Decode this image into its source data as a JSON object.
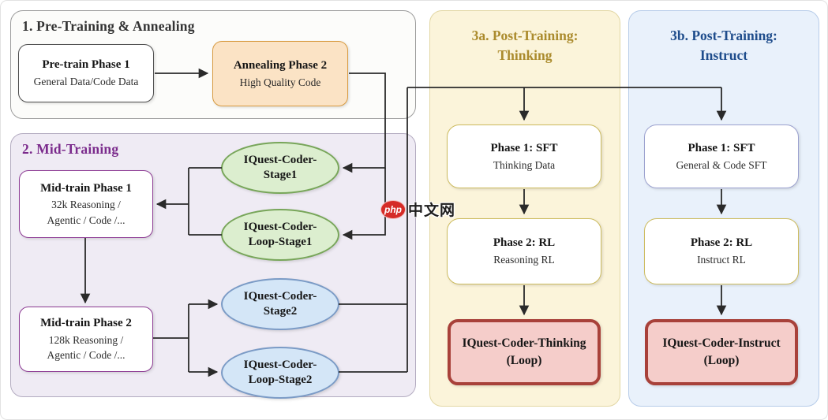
{
  "sections": {
    "pretrain": {
      "title": "1. Pre-Training & Annealing",
      "pretrain_phase1": {
        "title": "Pre-train Phase 1",
        "subtitle": "General Data/Code Data"
      },
      "annealing_phase2": {
        "title": "Annealing Phase 2",
        "subtitle": "High Quality Code"
      }
    },
    "midtrain": {
      "title": "2. Mid-Training",
      "midtrain_phase1": {
        "title": "Mid-train Phase 1",
        "line1": "32k Reasoning /",
        "line2": "Agentic / Code /..."
      },
      "midtrain_phase2": {
        "title": "Mid-train Phase 2",
        "line1": "128k Reasoning /",
        "line2": "Agentic / Code /..."
      },
      "stage1": {
        "line1": "IQuest-Coder-",
        "line2": "Stage1"
      },
      "loop_stage1": {
        "line1": "IQuest-Coder-",
        "line2": "Loop-Stage1"
      },
      "stage2": {
        "line1": "IQuest-Coder-",
        "line2": "Stage2"
      },
      "loop_stage2": {
        "line1": "IQuest-Coder-",
        "line2": "Loop-Stage2"
      }
    },
    "post_thinking": {
      "title_line1": "3a. Post-Training:",
      "title_line2": "Thinking",
      "phase1": {
        "title": "Phase 1: SFT",
        "subtitle": "Thinking Data"
      },
      "phase2": {
        "title": "Phase 2: RL",
        "subtitle": "Reasoning RL"
      },
      "result": {
        "line1": "IQuest-Coder-Thinking",
        "line2": "(Loop)"
      }
    },
    "post_instruct": {
      "title_line1": "3b. Post-Training:",
      "title_line2": "Instruct",
      "phase1": {
        "title": "Phase 1: SFT",
        "subtitle": "General & Code SFT"
      },
      "phase2": {
        "title": "Phase 2: RL",
        "subtitle": "Instruct RL"
      },
      "result": {
        "line1": "IQuest-Coder-Instruct",
        "line2": "(Loop)"
      }
    }
  },
  "watermark": {
    "logo": "php",
    "text": "中文网"
  },
  "colors": {
    "pretrain_section_bg": "#fcfcfa",
    "midtrain_section_bg": "#efebf4",
    "thinking_section_bg": "#fbf4da",
    "instruct_section_bg": "#e9f1fb",
    "annealing_fill": "#fbe3c5",
    "annealing_border": "#d89b41",
    "midtrain_border": "#8d3b94",
    "green_ellipse_fill": "#dceecf",
    "green_ellipse_border": "#78a65a",
    "blue_ellipse_fill": "#d4e6f7",
    "blue_ellipse_border": "#7b9bc6",
    "result_fill": "#f5cdca",
    "result_border": "#a8413a",
    "thinking_title": "#ab8b2d",
    "instruct_title": "#1f4d8c",
    "midtrain_title": "#7b2b8c",
    "arrow": "#2a2a2a",
    "watermark_red": "#d52b27"
  }
}
